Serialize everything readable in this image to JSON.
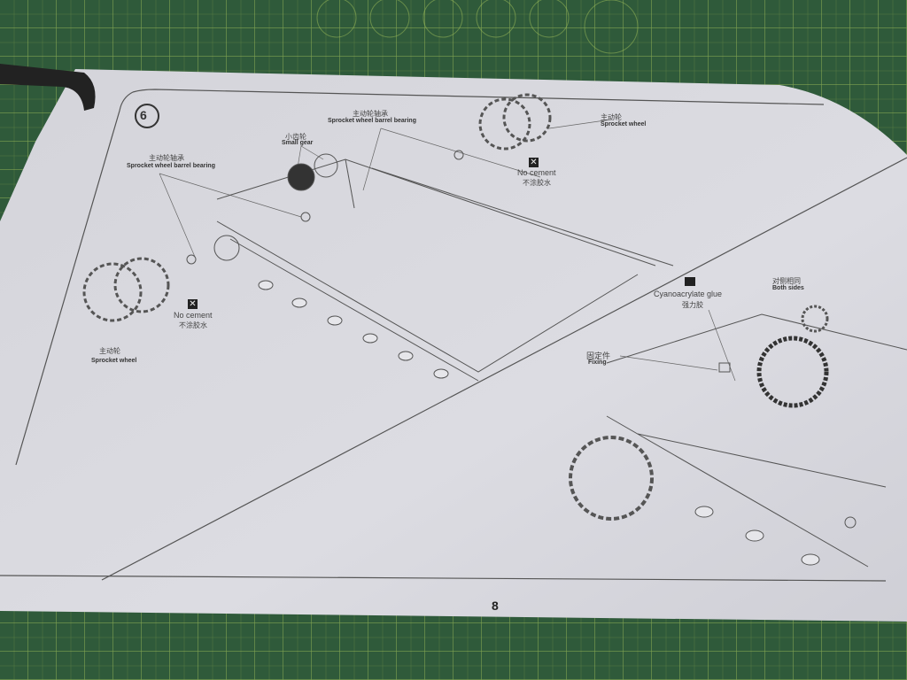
{
  "step": {
    "number": "6"
  },
  "labels": {
    "barrel_bearing_top": {
      "cn": "主动轮轴承",
      "en": "Sprocket wheel barrel bearing"
    },
    "small_gear": {
      "cn": "小齿轮",
      "en": "Small gear"
    },
    "barrel_bearing_left": {
      "cn": "主动轮轴承",
      "en": "Sprocket wheel barrel bearing"
    },
    "sprocket_top": {
      "cn": "主动轮",
      "en": "Sprocket wheel"
    },
    "no_cement_top": {
      "en": "No cement",
      "cn": "不涂胶水"
    },
    "no_cement_left": {
      "en": "No cement",
      "cn": "不涂胶水"
    },
    "sprocket_left": {
      "cn": "主动轮",
      "en": "Sprocket wheel"
    },
    "glue": {
      "en": "Cyanoacrylate glue",
      "cn": "强力胶"
    },
    "both_sides": {
      "cn": "对侧相同",
      "en": "Both sides"
    },
    "fixing": {
      "cn": "固定件",
      "en": "Fixing"
    }
  },
  "page_number": "8",
  "colors": {
    "mat": "#2f5a3a",
    "paper": "#d9d9df",
    "ink": "#333333"
  }
}
